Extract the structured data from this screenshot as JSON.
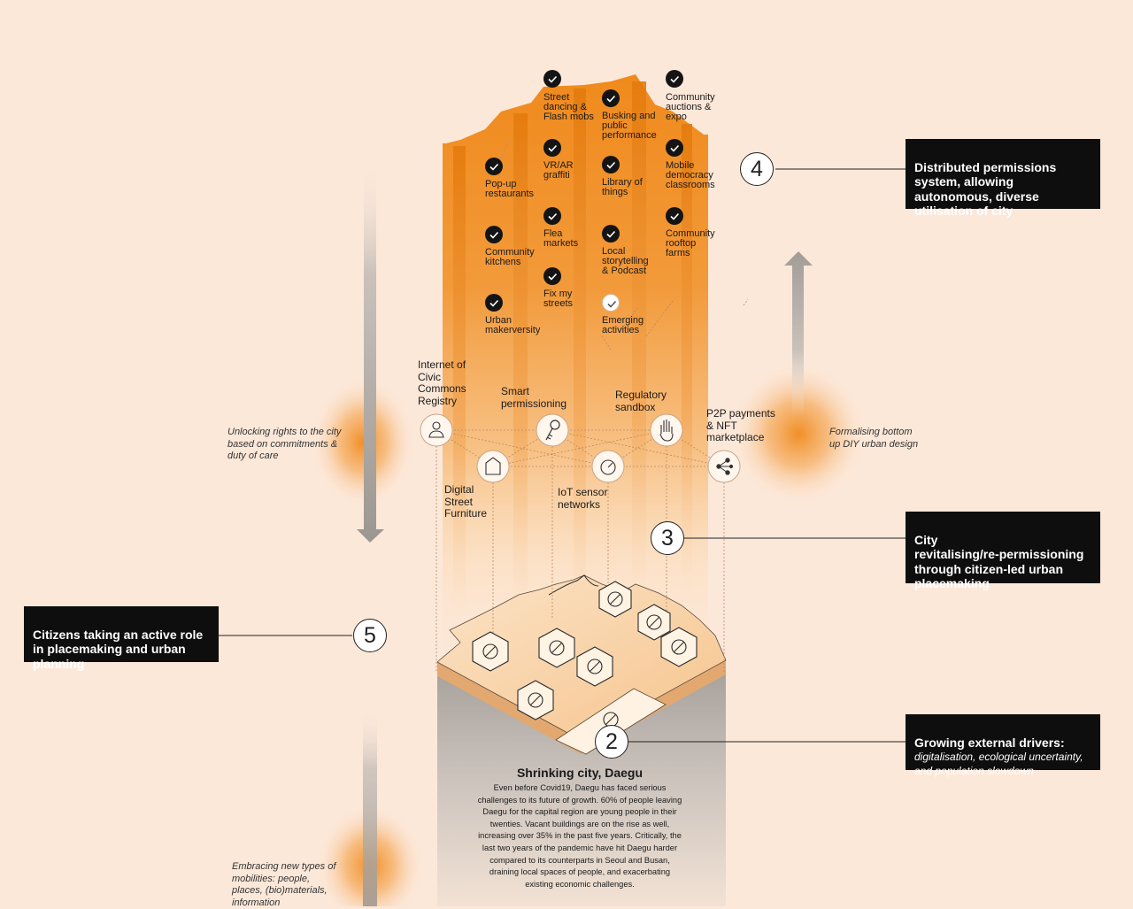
{
  "activities": [
    {
      "label": "Street\ndancing &\nFlash mobs"
    },
    {
      "label": "Community\nauctions &\nexpo"
    },
    {
      "label": "Busking and\npublic\nperformance"
    },
    {
      "label": "VR/AR\ngraffiti"
    },
    {
      "label": "Mobile\ndemocracy\nclassrooms"
    },
    {
      "label": "Pop-up\nrestaurants"
    },
    {
      "label": "Library of\nthings"
    },
    {
      "label": "Flea\nmarkets"
    },
    {
      "label": "Community\nrooftop\nfarms"
    },
    {
      "label": "Community\nkitchens"
    },
    {
      "label": "Local\nstorytelling\n& Podcast"
    },
    {
      "label": "Fix my\nstreets"
    },
    {
      "label": "Urban\nmakerversity"
    },
    {
      "label": "Emerging\nactivities"
    }
  ],
  "infrastructure": [
    {
      "label": "Internet of\nCivic\nCommons\nRegistry",
      "icon": "person-icon"
    },
    {
      "label": "Smart\npermissioning",
      "icon": "key-icon"
    },
    {
      "label": "Regulatory\nsandbox",
      "icon": "hand-icon"
    },
    {
      "label": "P2P payments\n& NFT\nmarketplace",
      "icon": "share-network-icon"
    },
    {
      "label": "Digital\nStreet\nFurniture",
      "icon": "house-icon"
    },
    {
      "label": "IoT sensor\nnetworks",
      "icon": "gauge-icon"
    }
  ],
  "annotations": {
    "left_top": "Unlocking rights to the city\nbased on commitments &\nduty of care",
    "right_mid": "Formalising bottom\nup DIY urban design",
    "left_bottom": "Embracing new types of\nmobilities: people,\nplaces, (bio)materials,\ninformation"
  },
  "callouts": [
    {
      "number": "4",
      "text": "Distributed permissions\nsystem, allowing\nautonomous, diverse\nutilisation of city"
    },
    {
      "number": "3",
      "text": "City\nrevitalising/re-permissioning\nthrough citizen-led urban\nplacemaking"
    },
    {
      "number": "5",
      "text": "Citizens taking an active role\nin placemaking and urban\nplanning"
    },
    {
      "number": "2",
      "text": "Growing external drivers:",
      "subtext": "digitalisation, ecological uncertainty,\nand population slowdown"
    }
  ],
  "caption": {
    "title": "Shrinking city, Daegu",
    "body": "Even before Covid19, Daegu has faced serious challenges to its future of growth. 60% of people leaving Daegu for the capital region are young people in their twenties. Vacant buildings are on the rise as well, increasing over 35% in the past five years. Critically, the last two years of the pandemic have hit Daegu harder compared to its counterparts in Seoul and Busan, draining local spaces of people, and exacerbating existing economic challenges."
  },
  "colors": {
    "background": "#fce8d9",
    "accent_orange": "#f08a1c",
    "dark": "#0e0e0e"
  }
}
